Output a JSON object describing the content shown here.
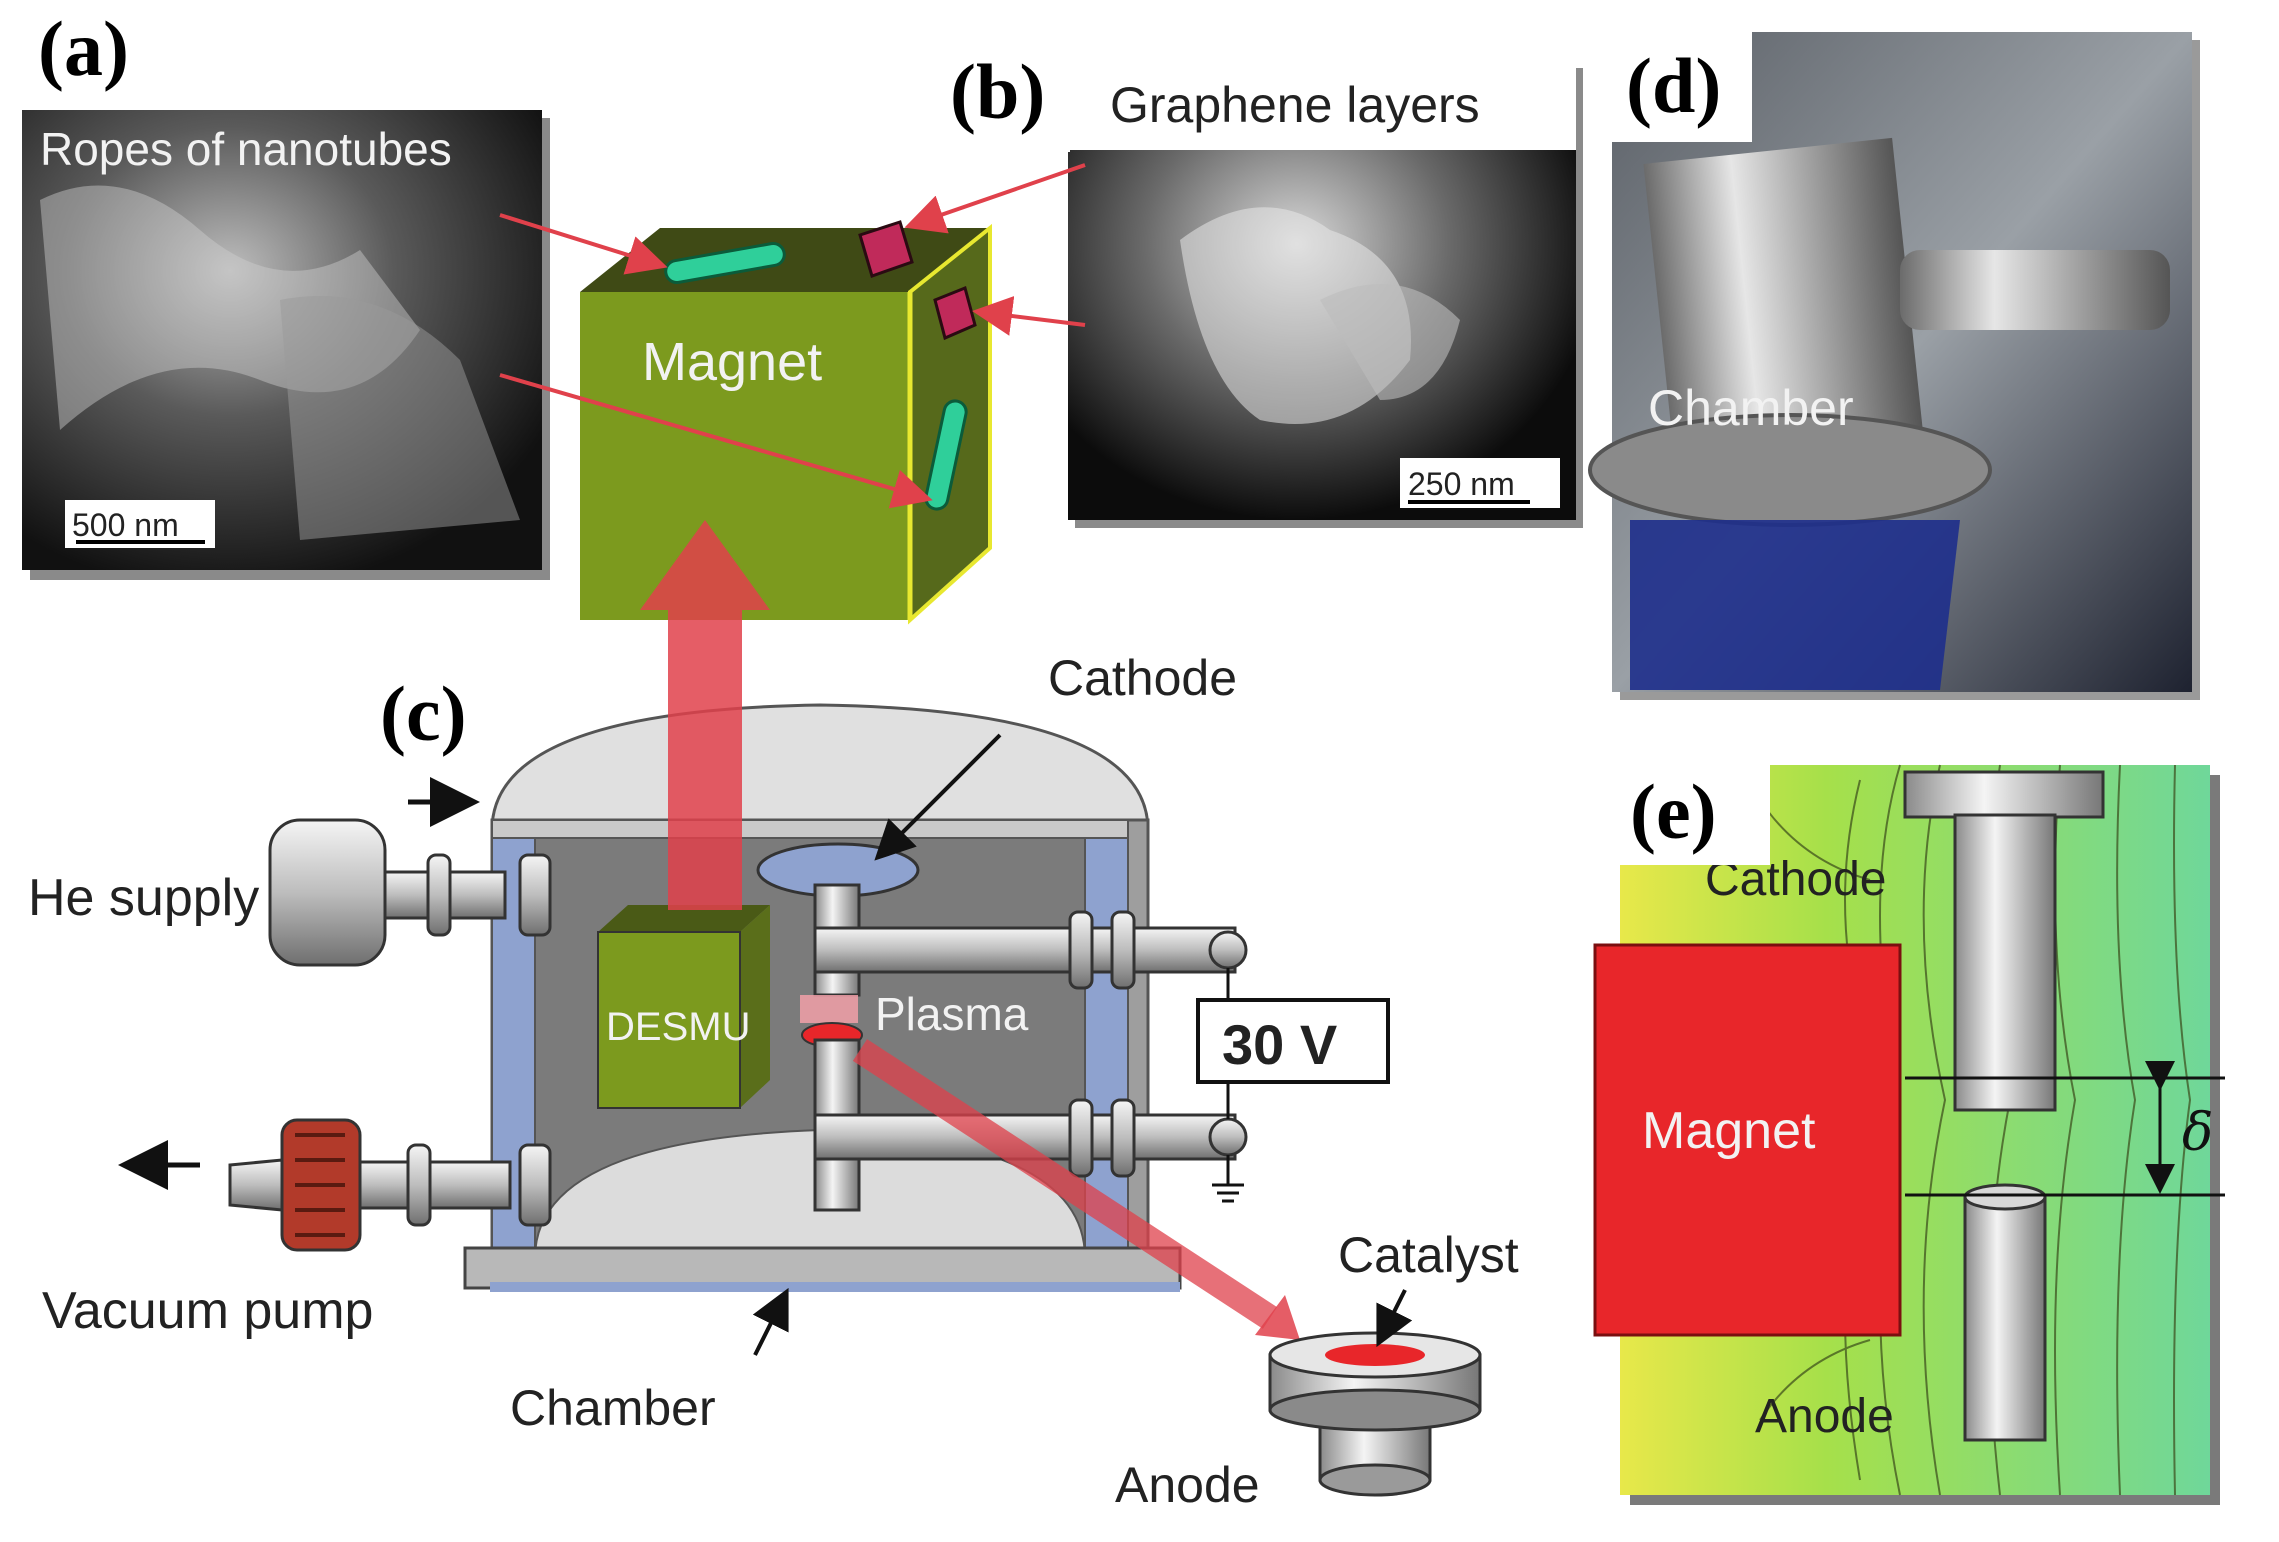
{
  "panels": {
    "a": {
      "letter": "(a)",
      "caption": "Ropes of nanotubes",
      "scale": "500 nm"
    },
    "b": {
      "letter": "(b)",
      "caption": "Graphene layers",
      "scale": "250 nm"
    },
    "c": {
      "letter": "(c)",
      "magnet": "Magnet",
      "desmu": "DESMU",
      "cathode": "Cathode",
      "plasma": "Plasma",
      "voltage": "30 V",
      "he_supply": "He supply",
      "vacuum_pump": "Vacuum pump",
      "chamber": "Chamber",
      "catalyst": "Catalyst",
      "anode": "Anode"
    },
    "d": {
      "letter": "(d)",
      "caption": "Chamber"
    },
    "e": {
      "letter": "(e)",
      "cathode": "Cathode",
      "magnet": "Magnet",
      "anode": "Anode",
      "gap": "δ"
    }
  },
  "colors": {
    "magnet_green": "#7c9a1e",
    "magnet_red": "#e8262a",
    "arrow_red": "#e0414b",
    "chamber_blue": "#8ea2cf",
    "field_green": "#7fd64c"
  }
}
